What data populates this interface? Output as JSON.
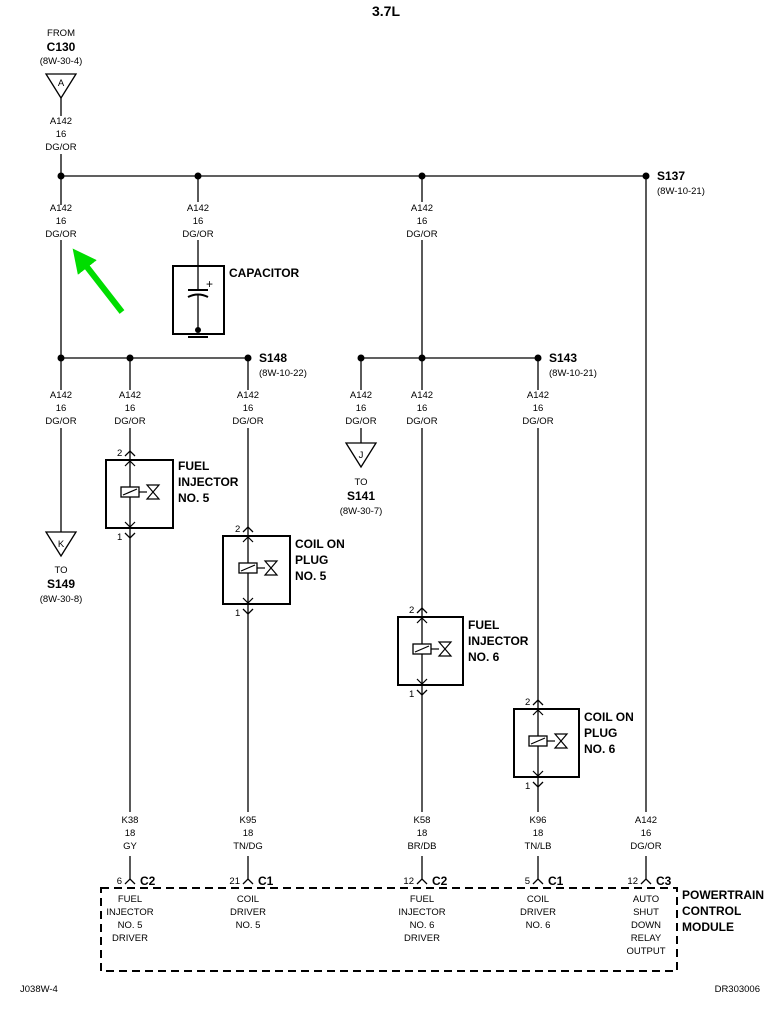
{
  "title": "3.7L",
  "from_connector": {
    "from": "FROM",
    "name": "C130",
    "ref": "(8W-30-4)",
    "letter": "A"
  },
  "wire_a142": {
    "circuit": "A142",
    "gauge": "16",
    "color": "DG/OR"
  },
  "splices": {
    "s137": {
      "name": "S137",
      "ref": "(8W-10-21)"
    },
    "s148": {
      "name": "S148",
      "ref": "(8W-10-22)"
    },
    "s143": {
      "name": "S143",
      "ref": "(8W-10-21)"
    }
  },
  "capacitor": {
    "label": "CAPACITOR",
    "plus": "+"
  },
  "to_s149": {
    "letter": "K",
    "to": "TO",
    "name": "S149",
    "ref": "(8W-30-8)"
  },
  "to_s141": {
    "letter": "J",
    "to": "TO",
    "name": "S141",
    "ref": "(8W-30-7)"
  },
  "components": {
    "fuel_injector_5": {
      "line1": "FUEL",
      "line2": "INJECTOR",
      "line3": "NO. 5",
      "pin_top": "2",
      "pin_bottom": "1"
    },
    "coil_plug_5": {
      "line1": "COIL ON",
      "line2": "PLUG",
      "line3": "NO. 5",
      "pin_top": "2",
      "pin_bottom": "1"
    },
    "fuel_injector_6": {
      "line1": "FUEL",
      "line2": "INJECTOR",
      "line3": "NO. 6",
      "pin_top": "2",
      "pin_bottom": "1"
    },
    "coil_plug_6": {
      "line1": "COIL ON",
      "line2": "PLUG",
      "line3": "NO. 6",
      "pin_top": "2",
      "pin_bottom": "1"
    }
  },
  "bottom_wires": {
    "k38": {
      "circuit": "K38",
      "gauge": "18",
      "color": "GY"
    },
    "k95": {
      "circuit": "K95",
      "gauge": "18",
      "color": "TN/DG"
    },
    "k58": {
      "circuit": "K58",
      "gauge": "18",
      "color": "BR/DB"
    },
    "k96": {
      "circuit": "K96",
      "gauge": "18",
      "color": "TN/LB"
    },
    "a142": {
      "circuit": "A142",
      "gauge": "16",
      "color": "DG/OR"
    }
  },
  "pcm": {
    "label1": "POWERTRAIN",
    "label2": "CONTROL",
    "label3": "MODULE",
    "pins": {
      "p1": {
        "pin": "6",
        "conn": "C2",
        "l1": "FUEL",
        "l2": "INJECTOR",
        "l3": "NO. 5",
        "l4": "DRIVER"
      },
      "p2": {
        "pin": "21",
        "conn": "C1",
        "l1": "COIL",
        "l2": "DRIVER",
        "l3": "NO. 5"
      },
      "p3": {
        "pin": "12",
        "conn": "C2",
        "l1": "FUEL",
        "l2": "INJECTOR",
        "l3": "NO. 6",
        "l4": "DRIVER"
      },
      "p4": {
        "pin": "5",
        "conn": "C1",
        "l1": "COIL",
        "l2": "DRIVER",
        "l3": "NO. 6"
      },
      "p5": {
        "pin": "12",
        "conn": "C3",
        "l1": "AUTO",
        "l2": "SHUT",
        "l3": "DOWN",
        "l4": "RELAY",
        "l5": "OUTPUT"
      }
    }
  },
  "footer": {
    "left": "J038W-4",
    "right": "DR303006"
  },
  "colors": {
    "wire": "#000000",
    "arrow": "#00dd00",
    "background": "#ffffff"
  }
}
